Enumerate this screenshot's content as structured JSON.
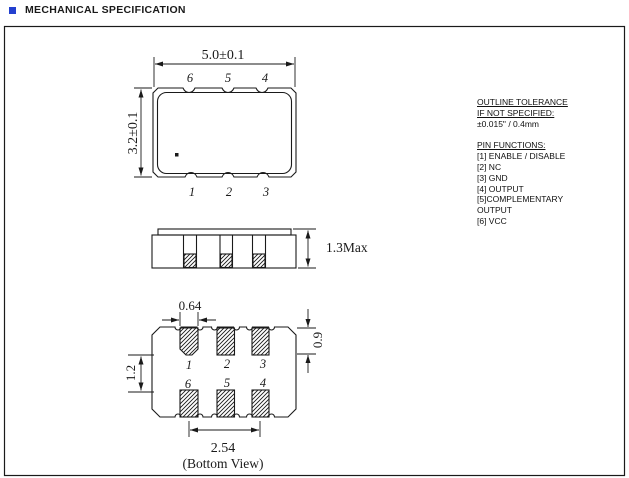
{
  "header": {
    "title": "MECHANICAL SPECIFICATION",
    "bullet_color": "#2340cf"
  },
  "notes": {
    "tolerance_line1": "OUTLINE TOLERANCE",
    "tolerance_line2": "IF NOT SPECIFIED:",
    "tolerance_value": "±0.015\" / 0.4mm",
    "pin_functions_title": "PIN FUNCTIONS:",
    "pin_functions": [
      "[1] ENABLE / DISABLE",
      "[2] NC",
      "[3] GND",
      "[4] OUTPUT",
      "[5]COMPLEMENTARY",
      "OUTPUT",
      "[6] VCC"
    ]
  },
  "top_view": {
    "dim_width": "5.0±0.1",
    "dim_height": "3.2±0.1",
    "pins_top": [
      "6",
      "5",
      "4"
    ],
    "pins_bottom": [
      "1",
      "2",
      "3"
    ]
  },
  "side_view": {
    "dim_height": "1.3Max"
  },
  "bottom_view": {
    "dim_pad_width": "0.64",
    "dim_pad_height": "0.9",
    "dim_row_gap": "1.2",
    "dim_pitch": "2.54",
    "caption": "(Bottom View)",
    "pins_row1": [
      "1",
      "2",
      "3"
    ],
    "pins_row2": [
      "6",
      "5",
      "4"
    ]
  },
  "colors": {
    "line": "#1a1a1a",
    "accent_blue": "#2340cf"
  }
}
